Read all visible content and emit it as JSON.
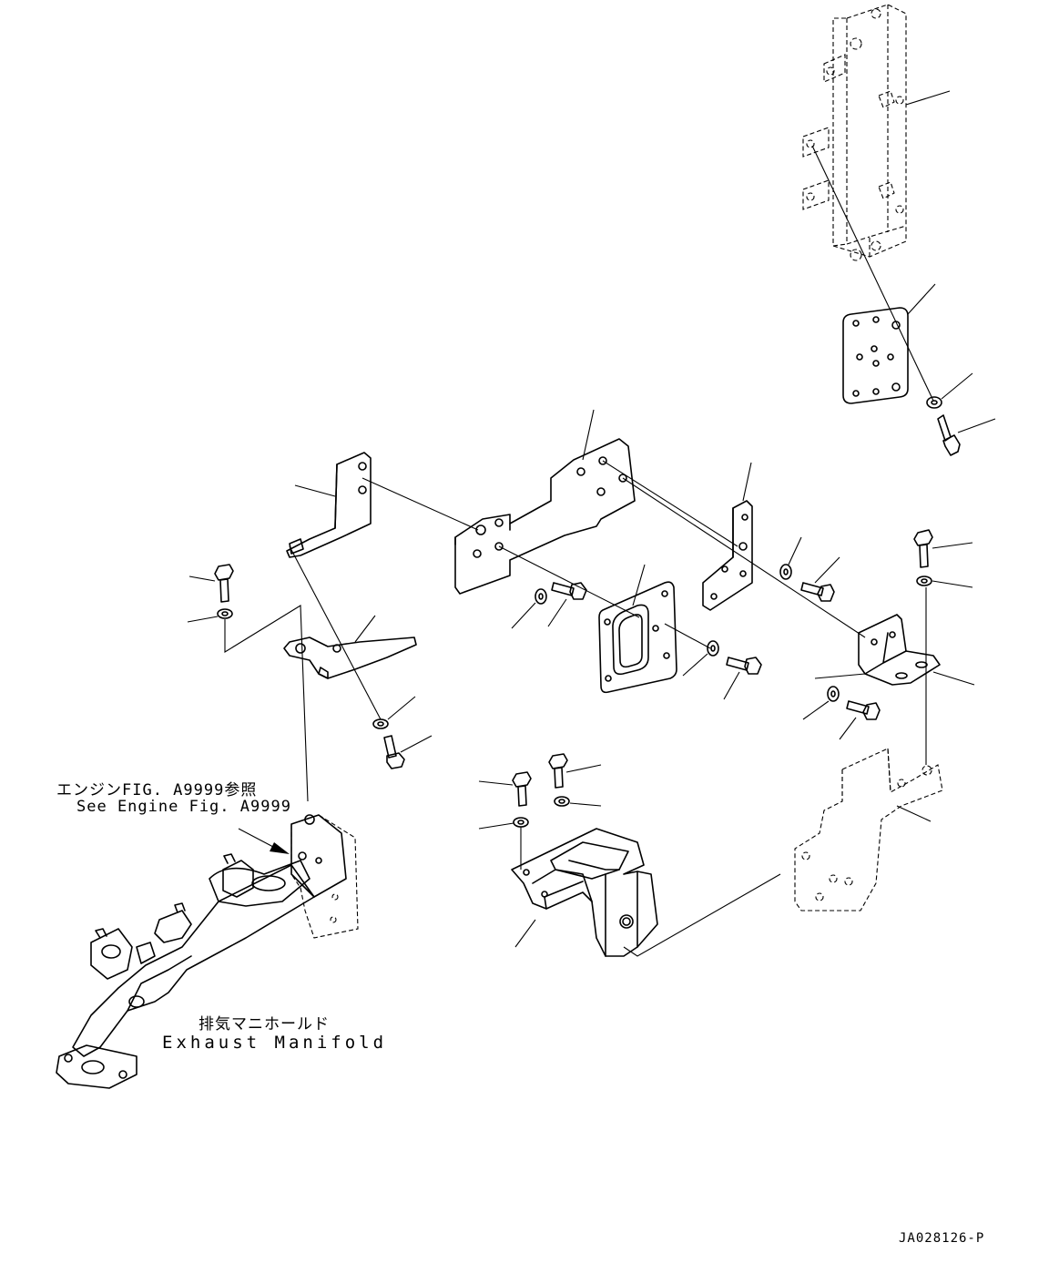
{
  "labels": {
    "engine_ref_jp": "エンジンFIG. A9999参照",
    "engine_ref_en": "See Engine Fig. A9999",
    "exhaust_manifold_jp": "排気マニホールド",
    "exhaust_manifold_en": "Exhaust Manifold",
    "drawing_code": "JA028126-P"
  }
}
